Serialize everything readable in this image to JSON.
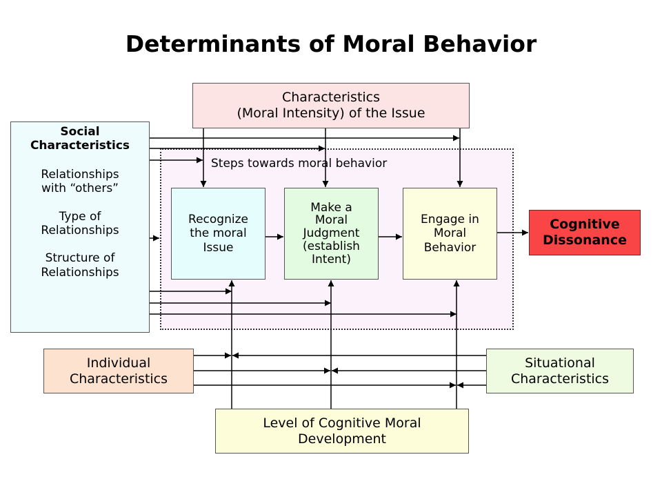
{
  "title": "Determinants of Moral Behavior",
  "issue_box": {
    "line1": "Characteristics",
    "line2": "(Moral Intensity) of the Issue"
  },
  "social_box": {
    "heading1": "Social",
    "heading2": "Characteristics",
    "item1_line1": "Relationships",
    "item1_line2": "with “others”",
    "item2_line1": "Type of",
    "item2_line2": "Relationships",
    "item3_line1": "Structure of",
    "item3_line2": "Relationships"
  },
  "steps_label": "Steps towards moral behavior",
  "recognize_box": {
    "line1": "Recognize",
    "line2": "the moral",
    "line3": "Issue"
  },
  "judgment_box": {
    "line1": "Make a",
    "line2": "Moral",
    "line3": "Judgment",
    "line4": "(establish",
    "line5": "Intent)"
  },
  "engage_box": {
    "line1": "Engage in",
    "line2": "Moral",
    "line3": "Behavior"
  },
  "dissonance_box": {
    "line1": "Cognitive",
    "line2": "Dissonance"
  },
  "individual_box": {
    "line1": "Individual",
    "line2": "Characteristics"
  },
  "situational_box": {
    "line1": "Situational",
    "line2": "Characteristics"
  },
  "cognitive_dev_box": {
    "line1": "Level of Cognitive Moral",
    "line2": "Development"
  },
  "colors": {
    "issue_fill": "#fde4e4",
    "social_fill": "#eefcfe",
    "steps_fill": "#fbf2fb",
    "recognize_fill": "#e5fdfd",
    "judgment_fill": "#e3fbe0",
    "engage_fill": "#fdfde0",
    "dissonance_fill": "#f94545",
    "individual_fill": "#fde2cf",
    "situational_fill": "#eefbe1",
    "cognitive_dev_fill": "#fdfdd9",
    "arrow": "#000000"
  }
}
